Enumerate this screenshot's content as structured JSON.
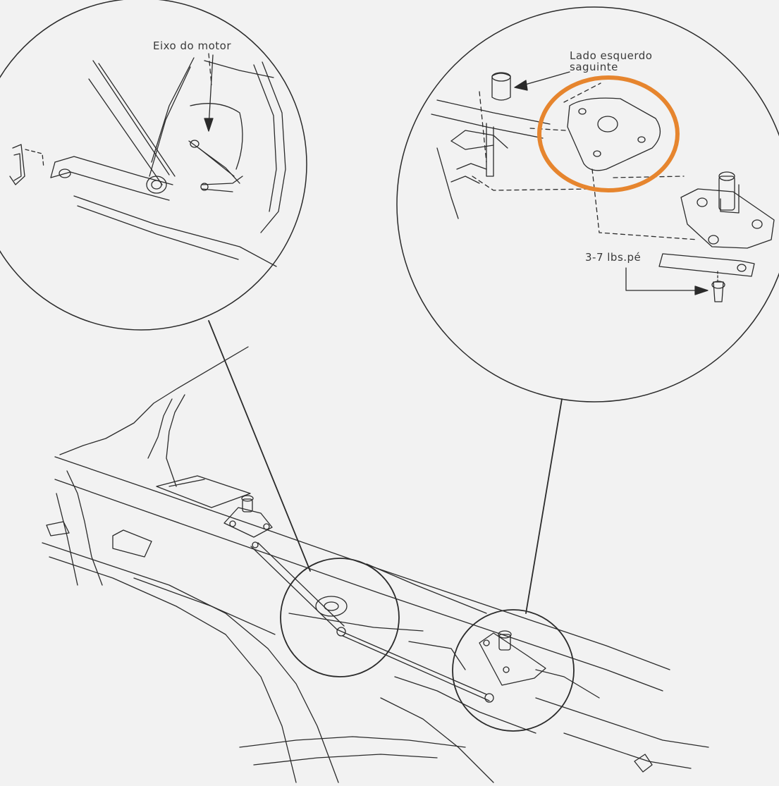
{
  "labels": {
    "motor_shaft": "Eixo do motor",
    "side_line1": "Lado esquerdo",
    "side_line2": "saguinte",
    "torque": "3-7 lbs.pé"
  },
  "colors": {
    "background": "#f2f2f2",
    "ink": "#2b2b2b",
    "highlight": "#e6852e"
  }
}
